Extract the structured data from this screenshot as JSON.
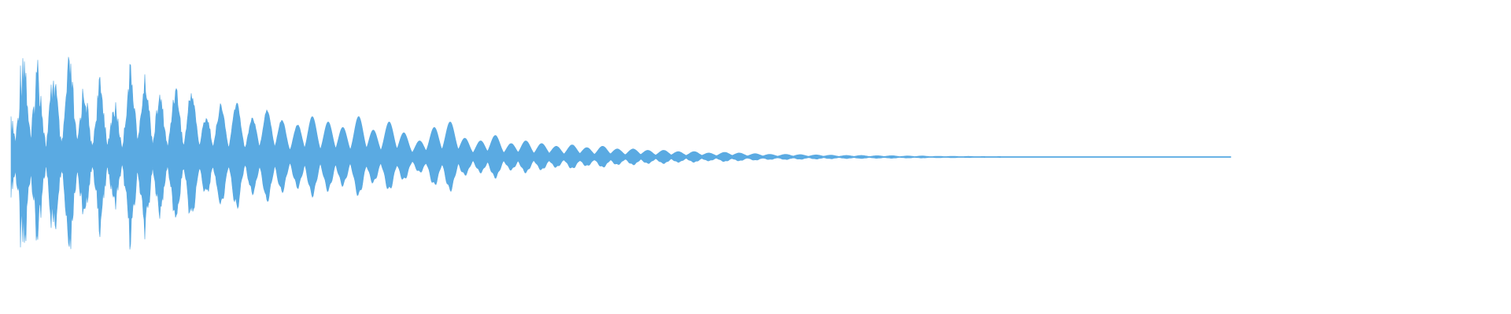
{
  "waveform": {
    "color": "#5aaae2",
    "background": "#ffffff",
    "envelope": [
      0.05,
      0.85,
      0.6,
      0.97,
      0.55,
      0.8,
      0.5,
      0.7,
      0.65,
      0.6,
      0.75,
      0.45,
      0.55,
      0.7,
      0.4,
      0.5,
      0.3,
      0.35,
      0.25,
      0.2,
      0.72,
      0.62,
      0.68,
      0.4,
      0.3,
      0.42,
      0.38,
      0.45,
      0.34,
      0.28,
      0.33,
      0.25,
      0.2,
      0.22,
      0.18,
      0.26,
      0.22,
      0.2,
      0.15,
      0.18,
      0.1,
      0.14,
      0.16,
      0.2,
      0.25,
      0.24,
      0.18,
      0.2,
      0.22,
      0.18,
      0.15,
      0.16,
      0.12,
      0.18,
      0.16,
      0.14,
      0.1,
      0.08,
      0.06,
      0.04,
      0.12,
      0.16,
      0.12,
      0.06,
      0.08,
      0.1,
      0.12,
      0.1,
      0.08,
      0.06,
      0.05,
      0.04,
      0.06,
      0.05,
      0.04,
      0.04,
      0.04,
      0.05,
      0.04,
      0.03,
      0.03,
      0.04,
      0.03,
      0.03,
      0.02,
      0.03,
      0.02,
      0.02,
      0.02,
      0.02,
      0.02,
      0.02,
      0.015,
      0.015,
      0.015,
      0.012,
      0.012,
      0.01,
      0.01,
      0.01
    ],
    "bursts": [
      [
        0.0,
        0.3
      ],
      [
        0.01,
        0.96
      ],
      [
        0.022,
        0.8
      ],
      [
        0.035,
        0.7
      ],
      [
        0.048,
        0.78
      ],
      [
        0.06,
        0.58
      ],
      [
        0.073,
        0.6
      ],
      [
        0.085,
        0.42
      ],
      [
        0.098,
        0.7
      ],
      [
        0.11,
        0.62
      ],
      [
        0.122,
        0.48
      ],
      [
        0.135,
        0.55
      ],
      [
        0.148,
        0.52
      ],
      [
        0.16,
        0.32
      ],
      [
        0.172,
        0.4
      ],
      [
        0.185,
        0.42
      ],
      [
        0.198,
        0.3
      ],
      [
        0.21,
        0.36
      ],
      [
        0.222,
        0.28
      ],
      [
        0.235,
        0.24
      ],
      [
        0.247,
        0.3
      ],
      [
        0.26,
        0.26
      ],
      [
        0.272,
        0.22
      ],
      [
        0.285,
        0.3
      ],
      [
        0.297,
        0.2
      ],
      [
        0.31,
        0.26
      ],
      [
        0.322,
        0.18
      ],
      [
        0.335,
        0.12
      ],
      [
        0.347,
        0.22
      ],
      [
        0.36,
        0.26
      ],
      [
        0.372,
        0.14
      ],
      [
        0.385,
        0.12
      ],
      [
        0.397,
        0.16
      ],
      [
        0.41,
        0.1
      ],
      [
        0.422,
        0.12
      ],
      [
        0.435,
        0.1
      ],
      [
        0.447,
        0.08
      ],
      [
        0.46,
        0.09
      ],
      [
        0.472,
        0.07
      ],
      [
        0.485,
        0.08
      ],
      [
        0.497,
        0.06
      ],
      [
        0.51,
        0.06
      ],
      [
        0.522,
        0.05
      ],
      [
        0.535,
        0.05
      ],
      [
        0.547,
        0.04
      ],
      [
        0.56,
        0.04
      ],
      [
        0.572,
        0.03
      ],
      [
        0.585,
        0.035
      ],
      [
        0.597,
        0.03
      ],
      [
        0.61,
        0.025
      ],
      [
        0.622,
        0.02
      ],
      [
        0.635,
        0.02
      ],
      [
        0.647,
        0.018
      ],
      [
        0.66,
        0.016
      ],
      [
        0.672,
        0.014
      ],
      [
        0.685,
        0.012
      ],
      [
        0.697,
        0.012
      ],
      [
        0.71,
        0.01
      ],
      [
        0.722,
        0.01
      ],
      [
        0.735,
        0.008
      ],
      [
        0.747,
        0.008
      ],
      [
        0.76,
        0.006
      ],
      [
        0.772,
        0.006
      ],
      [
        0.785,
        0.005
      ],
      [
        0.797,
        0.004
      ],
      [
        0.81,
        0.004
      ]
    ]
  }
}
